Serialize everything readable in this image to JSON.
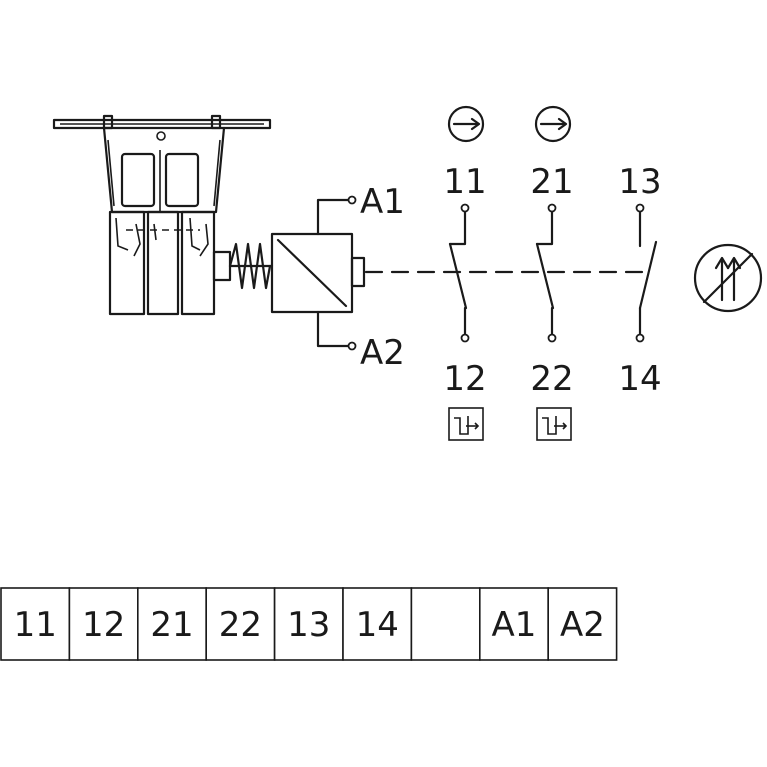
{
  "coil": {
    "terminal_top": "A1",
    "terminal_bottom": "A2"
  },
  "contacts": [
    {
      "top": "11",
      "bottom": "12",
      "type": "NC"
    },
    {
      "top": "21",
      "bottom": "22",
      "type": "NC"
    },
    {
      "top": "13",
      "bottom": "14",
      "type": "NO"
    }
  ],
  "terminal_strip": [
    "11",
    "12",
    "21",
    "22",
    "13",
    "14",
    "",
    "A1",
    "A2"
  ],
  "icons": {
    "direction": "arrow-right-icon",
    "release": "no-release-icon",
    "mirror": "mirror-contact-icon"
  }
}
